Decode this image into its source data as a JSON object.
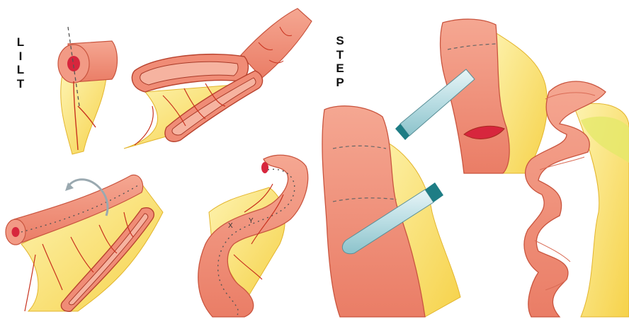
{
  "labels": {
    "lilt": [
      "L",
      "I",
      "L",
      "T"
    ],
    "step": [
      "S",
      "T",
      "E",
      "P"
    ],
    "x_marker": "X",
    "y_marker": "Y"
  },
  "colors": {
    "bowel_wall": "#f0907a",
    "bowel_light": "#f7b7a3",
    "mesentery_fat": "#fbe98a",
    "mesentery_deep": "#f5cf3e",
    "vessel": "#c8321e",
    "lumen": "#d7263d",
    "suture": "#555555",
    "stapler_shaft": "#b9dde3",
    "stapler_tip": "#1e7d85"
  },
  "icons": [
    "curved-arrow-icon",
    "stapler-icon"
  ]
}
